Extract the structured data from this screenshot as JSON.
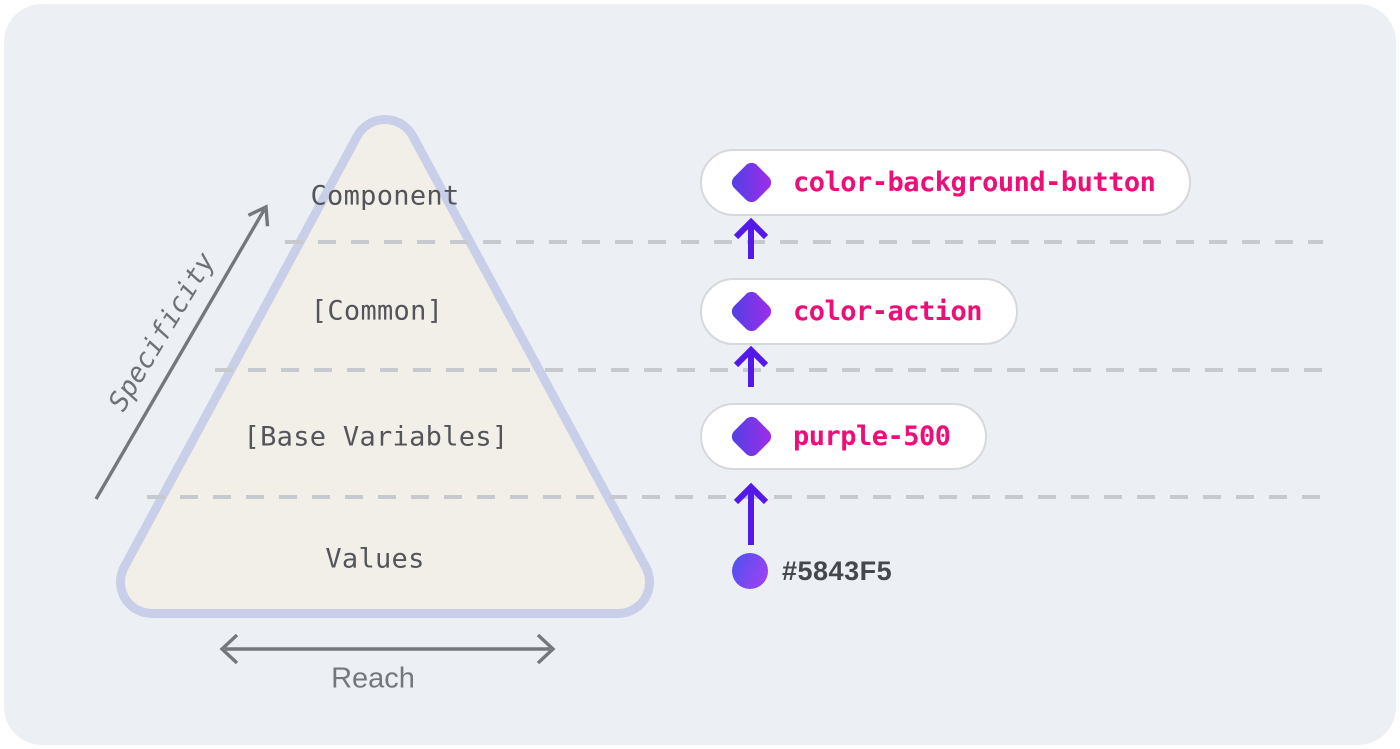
{
  "diagram": {
    "pyramid": {
      "levels": [
        {
          "label": "Component"
        },
        {
          "label": "[Common]"
        },
        {
          "label": "[Base Variables]"
        },
        {
          "label": "Values"
        }
      ]
    },
    "axes": {
      "vertical": "Specificity",
      "horizontal": "Reach"
    },
    "tokens": [
      {
        "label": "color-background-button",
        "kind": "component-token-pill"
      },
      {
        "label": "color-action",
        "kind": "common-token-pill"
      },
      {
        "label": "purple-500",
        "kind": "base-variable-pill"
      },
      {
        "label": "#5843F5",
        "kind": "raw-color-value"
      }
    ],
    "colors": {
      "card_background": "#ECF0F4",
      "triangle_fill": "#F2EFE9",
      "triangle_border": "#C9CFE9",
      "level_text": "#54555B",
      "dashed_line": "#C6C9CE",
      "axis_gray": "#75777C",
      "pill_border": "#D6D8DC",
      "pill_text_pink": "#EE0E78",
      "diamond_gradient_start": "#4C42E3",
      "diamond_gradient_end": "#A42BEB",
      "flow_arrow_purple": "#5418E8",
      "value_text": "#45474C"
    }
  }
}
